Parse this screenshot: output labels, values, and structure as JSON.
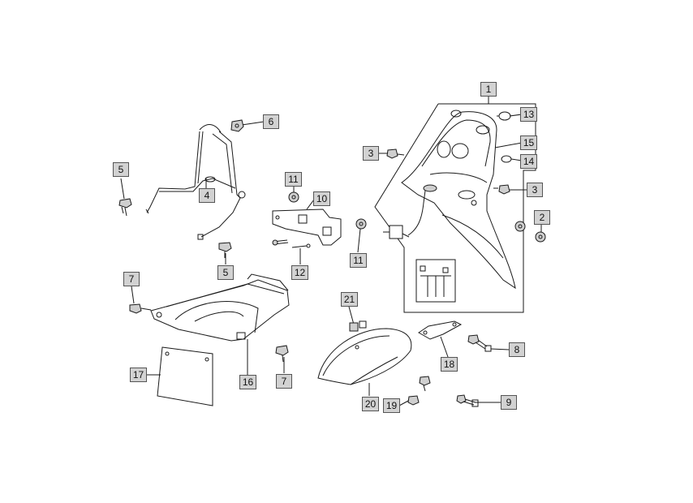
{
  "diagram": {
    "callouts": {
      "c1": "1",
      "c2": "2",
      "c3a": "3",
      "c3b": "3",
      "c4": "4",
      "c5a": "5",
      "c5b": "5",
      "c6": "6",
      "c7a": "7",
      "c7b": "7",
      "c8": "8",
      "c9": "9",
      "c10": "10",
      "c11a": "11",
      "c11b": "11",
      "c12": "12",
      "c13": "13",
      "c14": "14",
      "c15": "15",
      "c16": "16",
      "c17": "17",
      "c18": "18",
      "c19": "19",
      "c20": "20",
      "c21": "21"
    },
    "colors": {
      "line": "#1a1a1a",
      "callout_fill": "#d2d2d2",
      "part_shade": "#cfcfcf"
    }
  }
}
